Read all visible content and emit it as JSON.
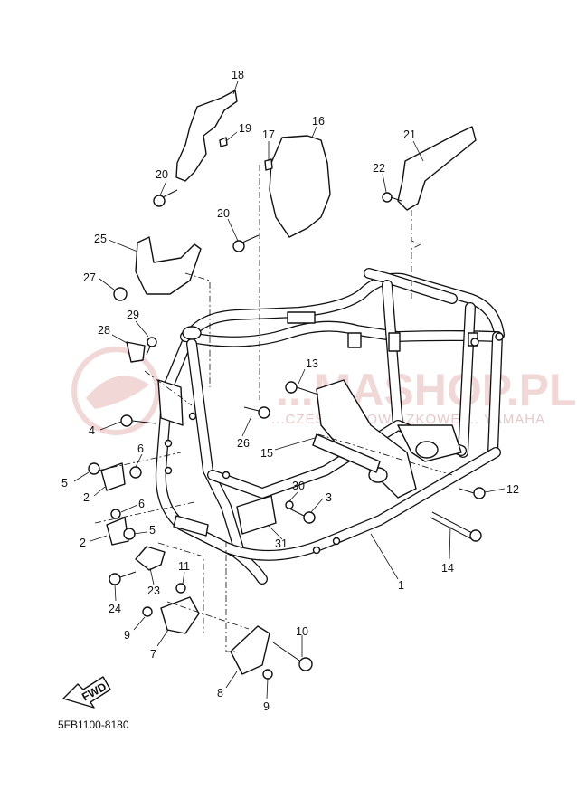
{
  "diagram": {
    "code": "5FB1100-8180",
    "fwd_label": "FWD",
    "watermark": {
      "main": "...MASHOP.PL",
      "sub": "...CZESCI OBOWIAZKOWE ... YAMAHA"
    },
    "callouts": [
      {
        "id": "c18",
        "text": "18"
      },
      {
        "id": "c19",
        "text": "19"
      },
      {
        "id": "c16",
        "text": "16"
      },
      {
        "id": "c17",
        "text": "17"
      },
      {
        "id": "c21",
        "text": "21"
      },
      {
        "id": "c22",
        "text": "22"
      },
      {
        "id": "c20a",
        "text": "20"
      },
      {
        "id": "c20b",
        "text": "20"
      },
      {
        "id": "c25",
        "text": "25"
      },
      {
        "id": "c27",
        "text": "27"
      },
      {
        "id": "c29",
        "text": "29"
      },
      {
        "id": "c28",
        "text": "28"
      },
      {
        "id": "c13",
        "text": "13"
      },
      {
        "id": "c4",
        "text": "4"
      },
      {
        "id": "c26",
        "text": "26"
      },
      {
        "id": "c15",
        "text": "15"
      },
      {
        "id": "c6a",
        "text": "6"
      },
      {
        "id": "c5a",
        "text": "5"
      },
      {
        "id": "c2a",
        "text": "2"
      },
      {
        "id": "c6b",
        "text": "6"
      },
      {
        "id": "c30",
        "text": "30"
      },
      {
        "id": "c3",
        "text": "3"
      },
      {
        "id": "c12",
        "text": "12"
      },
      {
        "id": "c2b",
        "text": "2"
      },
      {
        "id": "c5b",
        "text": "5"
      },
      {
        "id": "c31",
        "text": "31"
      },
      {
        "id": "c14",
        "text": "14"
      },
      {
        "id": "c1",
        "text": "1"
      },
      {
        "id": "c11",
        "text": "11"
      },
      {
        "id": "c23",
        "text": "23"
      },
      {
        "id": "c24",
        "text": "24"
      },
      {
        "id": "c9a",
        "text": "9"
      },
      {
        "id": "c7",
        "text": "7"
      },
      {
        "id": "c10",
        "text": "10"
      },
      {
        "id": "c8",
        "text": "8"
      },
      {
        "id": "c9b",
        "text": "9"
      }
    ]
  }
}
